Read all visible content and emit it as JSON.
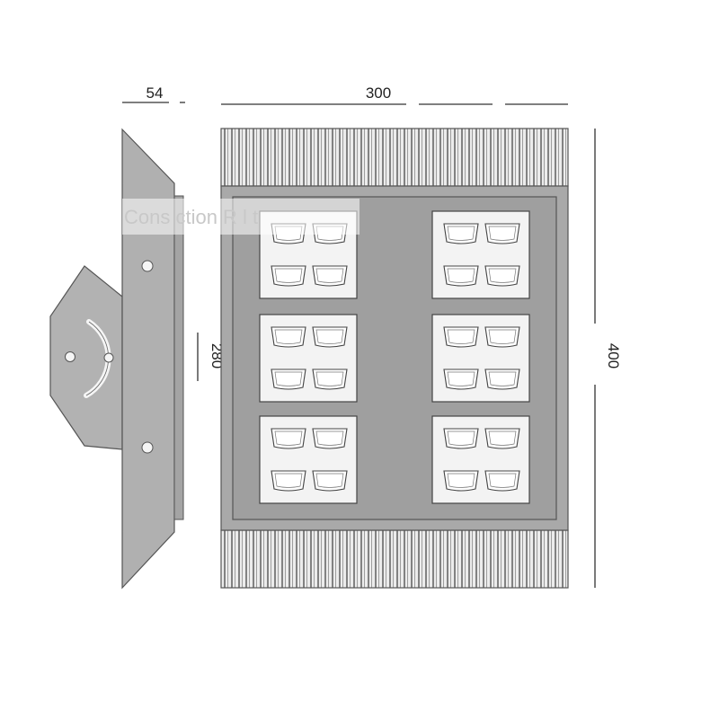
{
  "dimensions": {
    "side_depth": "54",
    "front_width": "300",
    "mount_height": "280",
    "front_height": "400"
  },
  "watermark": {
    "text": "Cons    ction  R   l   t"
  },
  "led_modules": {
    "columns": 2,
    "rows": 3,
    "leds_per_module": 4
  },
  "colors": {
    "housing": "#a9a9a9",
    "panel_inner": "#9f9f9f",
    "module_face": "#f2f2f2",
    "fins": "#e6e6e6",
    "outline": "#555555",
    "dimension_line": "#333333"
  }
}
